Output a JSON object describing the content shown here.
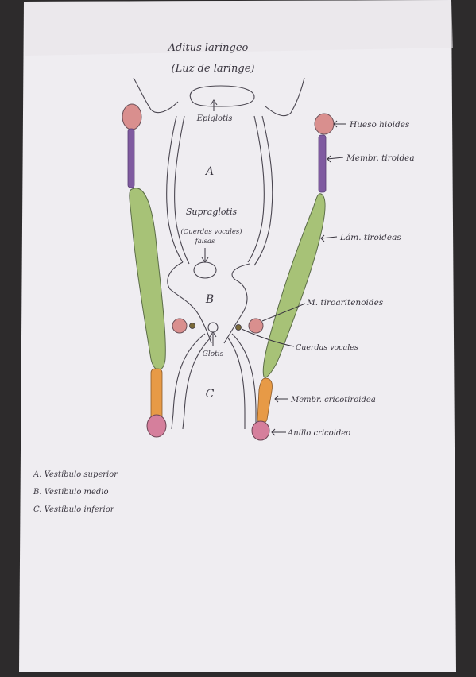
{
  "title": {
    "line1": "Aditus laringeo",
    "line2": "(Luz de laringe)"
  },
  "regions": {
    "a": "A",
    "b": "B",
    "c": "C"
  },
  "inner_labels": {
    "epiglotis": "Epiglotis",
    "supraglotis": "Supraglotis",
    "supraglotis_note1": "(Cuerdas vocales)",
    "supraglotis_note2": "falsas",
    "glotis": "Glotis"
  },
  "side_labels": {
    "hueso_hioides": "Hueso hioides",
    "membrana_tiroidea": "Membr. tiroidea",
    "lam_tiroideas": "Lám. tiroideas",
    "m_tiroaritenoides": "M. tiroaritenoides",
    "cuerdas_vocales": "Cuerdas vocales",
    "membrana_cricotiroidea": "Membr. cricotiroidea",
    "anillo_cricoideo": "Anillo cricoideo"
  },
  "legend": [
    "A. Vestíbulo superior",
    "B. Vestíbulo medio",
    "C. Vestíbulo inferior"
  ],
  "colors": {
    "paper": "#efedf1",
    "ink": "#3a3640",
    "hyoid": "#d98f8e",
    "membrane_purple": "#7f5aa0",
    "thyroid_green": "#a7c277",
    "cricothyroid_orange": "#e79a46",
    "cricoid_pink": "#d57f9c"
  }
}
